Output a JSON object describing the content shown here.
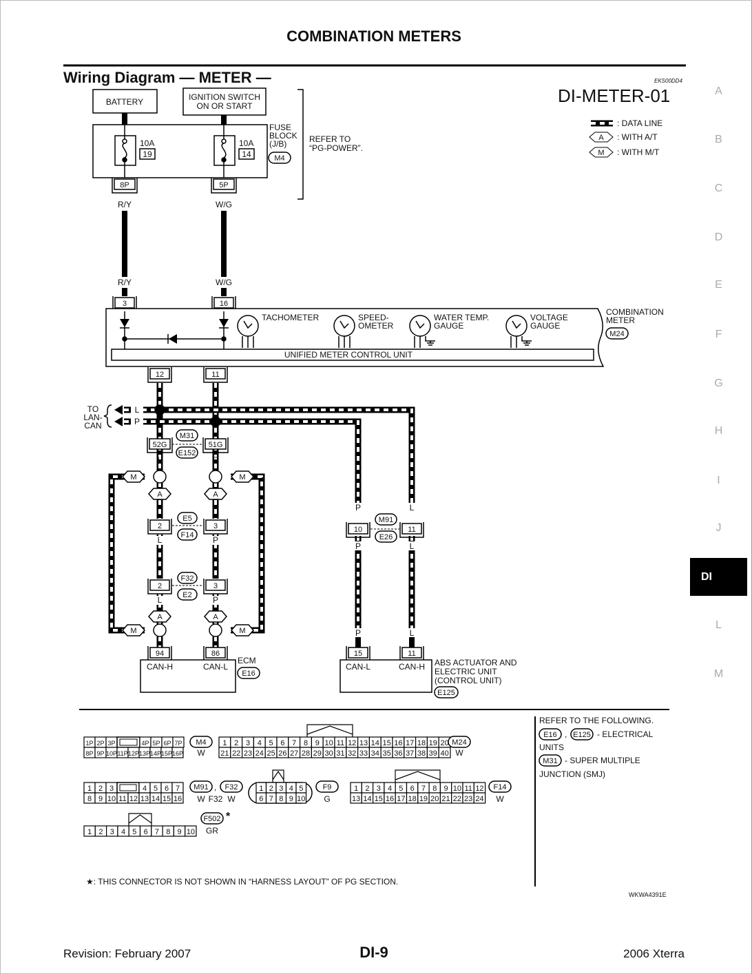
{
  "header": {
    "title": "COMBINATION METERS",
    "section": "Wiring Diagram — METER —",
    "code": "EKS00DD4",
    "diagram_id": "DI-METER-01"
  },
  "legend": {
    "data_line": ": DATA LINE",
    "at_symbol": "A",
    "with_at": ": WITH A/T",
    "mt_symbol": "M",
    "with_mt": ": WITH M/T"
  },
  "side_index": [
    "A",
    "B",
    "C",
    "D",
    "E",
    "F",
    "G",
    "H",
    "I",
    "J",
    "DI",
    "L",
    "M"
  ],
  "side_active": "DI",
  "diagram": {
    "battery": "BATTERY",
    "ignition": [
      "IGNITION SWITCH",
      "ON OR START"
    ],
    "fuse_block": {
      "label": [
        "FUSE",
        "BLOCK",
        "(J/B)"
      ],
      "connector": "M4",
      "fuses": [
        {
          "amp": "10A",
          "num": "19",
          "pin": "8P"
        },
        {
          "amp": "10A",
          "num": "14",
          "pin": "5P"
        }
      ]
    },
    "refer": [
      "REFER TO",
      "“PG-POWER”."
    ],
    "wire_ry": "R/Y",
    "wire_wg": "W/G",
    "meter": {
      "in_pins": [
        "3",
        "16"
      ],
      "gauges": [
        [
          "TACHOMETER",
          ""
        ],
        [
          "SPEED-",
          "OMETER"
        ],
        [
          "WATER TEMP.",
          "GAUGE"
        ],
        [
          "VOLTAGE",
          "GAUGE"
        ]
      ],
      "name": [
        "COMBINATION",
        "METER"
      ],
      "connector": "M24",
      "unit": "UNIFIED METER CONTROL UNIT",
      "out_pins": [
        "12",
        "11"
      ]
    },
    "wire_l": "L",
    "wire_p": "P",
    "to_lan": [
      "TO",
      "LAN-",
      "CAN"
    ],
    "joint": {
      "pins": [
        "52G",
        "51G"
      ],
      "connectors": [
        "M31",
        "E152"
      ]
    },
    "mt": "M",
    "at": "A",
    "harness1": {
      "pins": [
        "2",
        "3"
      ],
      "connectors": [
        "E5",
        "F14"
      ]
    },
    "harness2": {
      "pins": [
        "2",
        "3"
      ],
      "connectors": [
        "F32",
        "E2"
      ]
    },
    "ecm": {
      "pins": [
        "94",
        "86"
      ],
      "terminals": [
        "CAN-H",
        "CAN-L"
      ],
      "name": "ECM",
      "connector": "E16"
    },
    "abs_joint": {
      "pins": [
        "10",
        "11"
      ],
      "connectors": [
        "M91",
        "E26"
      ]
    },
    "abs": {
      "pins": [
        "15",
        "11"
      ],
      "terminals": [
        "CAN-L",
        "CAN-H"
      ],
      "name": [
        "ABS ACTUATOR AND",
        "ELECTRIC UNIT",
        "(CONTROL UNIT)"
      ],
      "connector": "E125"
    }
  },
  "connector_views": [
    {
      "id": "M4",
      "color": "W",
      "rows": [
        [
          "1P",
          "2P",
          "3P",
          "",
          "4P",
          "5P",
          "6P",
          "7P"
        ],
        [
          "8P",
          "9P",
          "10P",
          "11P",
          "12P",
          "13P",
          "14P",
          "15P",
          "16P"
        ]
      ]
    },
    {
      "id": "M24",
      "color": "W",
      "rows": [
        [
          "1",
          "2",
          "3",
          "4",
          "5",
          "6",
          "7",
          "8",
          "9",
          "10",
          "11",
          "12",
          "13",
          "14",
          "15",
          "16",
          "17",
          "18",
          "19",
          "20"
        ],
        [
          "21",
          "22",
          "23",
          "24",
          "25",
          "26",
          "27",
          "28",
          "29",
          "30",
          "31",
          "32",
          "33",
          "34",
          "35",
          "36",
          "37",
          "38",
          "39",
          "40"
        ]
      ]
    },
    {
      "id": "M91",
      "id2": "F32",
      "color": "W",
      "color2": "W",
      "rows": [
        [
          "1",
          "2",
          "3",
          "",
          "4",
          "5",
          "6",
          "7"
        ],
        [
          "8",
          "9",
          "10",
          "11",
          "12",
          "13",
          "14",
          "15",
          "16"
        ]
      ]
    },
    {
      "id": "F9",
      "color": "G",
      "rows": [
        [
          "1",
          "2",
          "3",
          "4",
          "5"
        ],
        [
          "6",
          "7",
          "8",
          "9",
          "10"
        ]
      ]
    },
    {
      "id": "F14",
      "color": "W",
      "rows": [
        [
          "1",
          "2",
          "3",
          "4",
          "5",
          "6",
          "7",
          "8",
          "9",
          "10",
          "11",
          "12"
        ],
        [
          "13",
          "14",
          "15",
          "16",
          "17",
          "18",
          "19",
          "20",
          "21",
          "22",
          "23",
          "24"
        ]
      ]
    },
    {
      "id": "F502",
      "color": "GR",
      "star": "*",
      "rows": [
        [
          "1",
          "2",
          "3",
          "4",
          "5",
          "6",
          "7",
          "8",
          "9",
          "10"
        ]
      ]
    }
  ],
  "refer_following": {
    "title": "REFER TO THE FOLLOWING.",
    "c1": "E16",
    "sep": ",",
    "c2": "E125",
    "t1": "- ELECTRICAL",
    "t1b": "UNITS",
    "c3": "M31",
    "t2": "- SUPER MULTIPLE",
    "t2b": "JUNCTION (SMJ)"
  },
  "note": "★: THIS CONNECTOR IS NOT SHOWN IN “HARNESS LAYOUT” OF PG SECTION.",
  "figure_code": "WKWA4391E",
  "footer": {
    "revision": "Revision: February 2007",
    "page": "DI-9",
    "model": "2006 Xterra"
  }
}
